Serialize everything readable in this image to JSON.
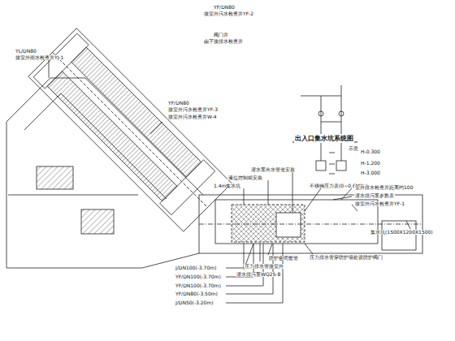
{
  "diagram": {
    "title": "出入口集水坑系统图",
    "labels": [
      "YL/DN80",
      "接室外雨水检查井YJ-1",
      "YF/DN80",
      "接室外污水检查井YF-3",
      "接室外污水检查井W-4",
      "YF/DN80",
      "接室外污水检查井YF-2",
      "阀门井",
      "由下接排水检查井",
      "示意",
      "H-0.300",
      "H-1.200",
      "H-3.000",
      "1.4m集水坑",
      "液位控制箱安装",
      "潜水泵出水管道安装",
      "不锈钢压力表(0~0.6MPa)",
      "室外排水检查井距离约100",
      "潜水排污泵参数表",
      "接室外污水检查井YF-1",
      "集水坑(1500X1200X1500)",
      "防护密闭套管",
      "压力排水管接室外",
      "潜水排污泵WQ25-8",
      "压力排水管穿防护墙处设防护阀门",
      "J/DN100(-3.70m)",
      "YF/DN100(-3.70m)",
      "YF/DN100(-3.70m)",
      "YF/DN80(-3.50m)",
      "J/DN50(-3.20m)"
    ]
  }
}
